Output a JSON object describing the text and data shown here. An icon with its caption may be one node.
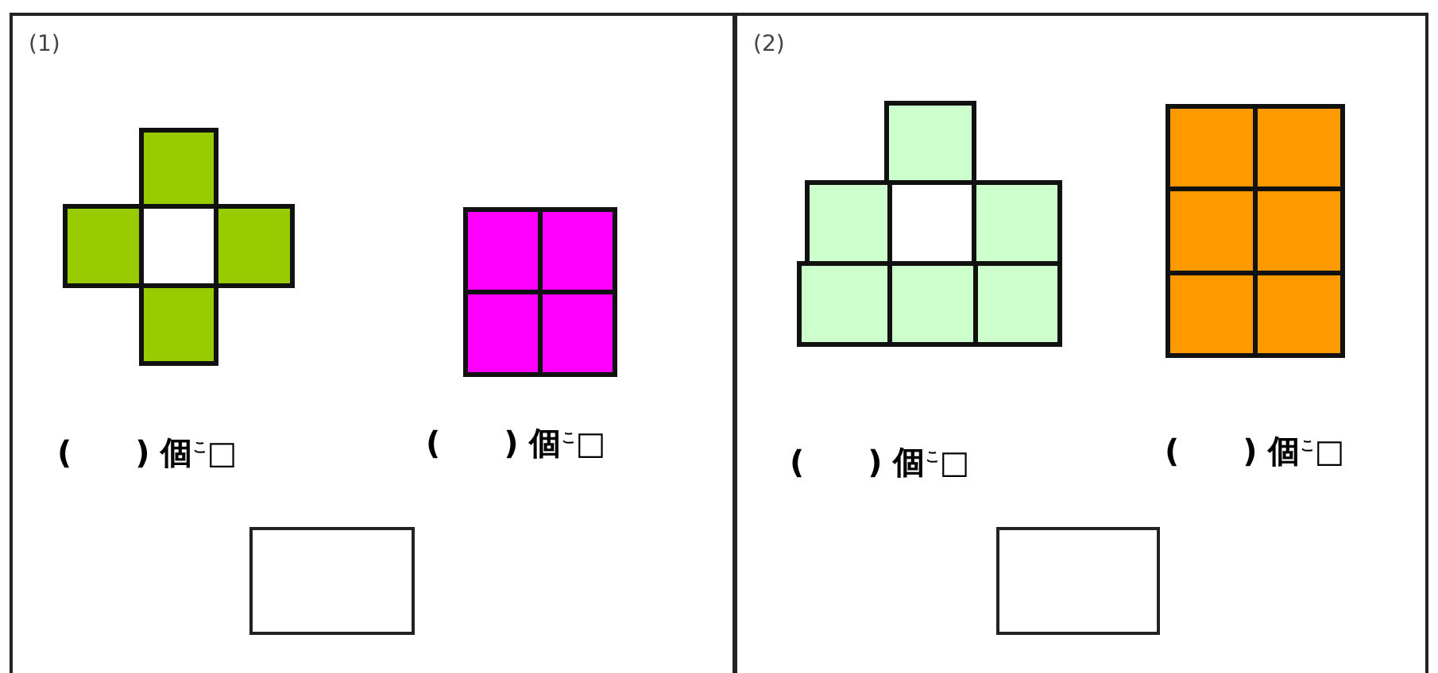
{
  "diagram": {
    "nodes": [
      {
        "text": [
          "(1)"
        ]
      },
      {
        "text": [
          "(2)"
        ]
      }
    ],
    "labels": [
      "(　　) 個$^{こ}$□",
      "(　　) 個$^{こ}$□",
      "(　　) 個$^{こ}$□",
      "(　　) 個$^{こ}$□"
    ]
  }
}
